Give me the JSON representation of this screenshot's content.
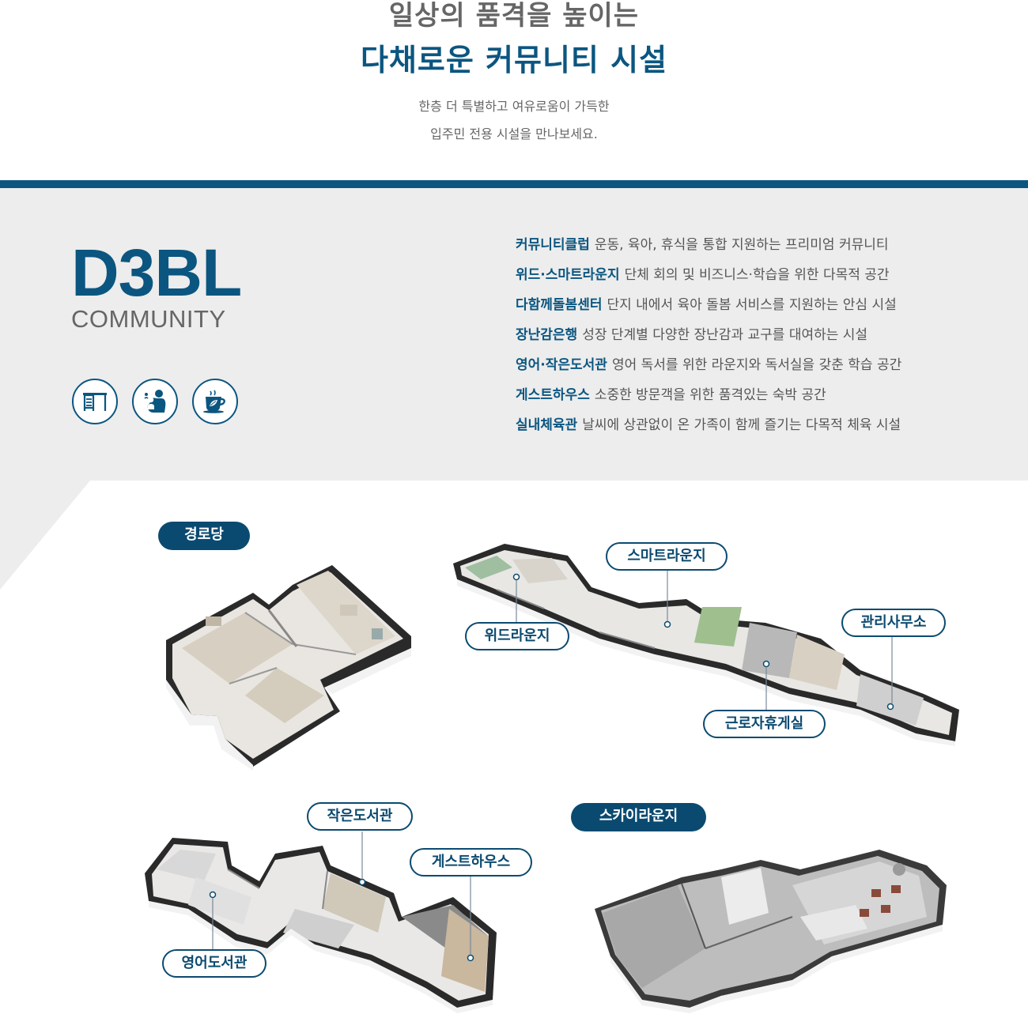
{
  "hero": {
    "title_line1": "일상의 품격을 높이는",
    "title_line2": "다채로운 커뮤니티 시설",
    "desc_line1": "한층 더 특별하고 여유로움이 가득한",
    "desc_line2": "입주민 전용 시설을 만나보세요."
  },
  "brand": {
    "name": "D3BL",
    "sub": "COMMUNITY"
  },
  "icons": [
    "desk-icon",
    "parent-child-icon",
    "coffee-cup-icon"
  ],
  "features": [
    {
      "name": "커뮤니티클럽",
      "desc": "운동, 육아, 휴식을 통합 지원하는 프리미엄 커뮤니티"
    },
    {
      "name": "위드·스마트라운지",
      "desc": "단체 회의 및 비즈니스·학습을 위한 다목적 공간"
    },
    {
      "name": "다함께돌봄센터",
      "desc": "단지 내에서 육아 돌봄 서비스를 지원하는 안심 시설"
    },
    {
      "name": "장난감은행",
      "desc": "성장 단계별 다양한 장난감과 교구를 대여하는 시설"
    },
    {
      "name": "영어·작은도서관",
      "desc": "영어 독서를 위한 라운지와 독서실을 갖춘 학습 공간"
    },
    {
      "name": "게스트하우스",
      "desc": "소중한 방문객을 위한 품격있는 숙박 공간"
    },
    {
      "name": "실내체육관",
      "desc": "날씨에 상관없이 온 가족이 함께 즐기는 다목적 체육 시설"
    }
  ],
  "plans": {
    "senior": "경로당",
    "smart": "스마트라운지",
    "with": "위드라운지",
    "office": "관리사무소",
    "worker": "근로자휴게실",
    "library": "작은도서관",
    "guest": "게스트하우스",
    "english": "영어도서관",
    "sky": "스카이라운지"
  },
  "colors": {
    "accent": "#0b5680",
    "pill": "#0b4a70",
    "band": "#ededed"
  }
}
